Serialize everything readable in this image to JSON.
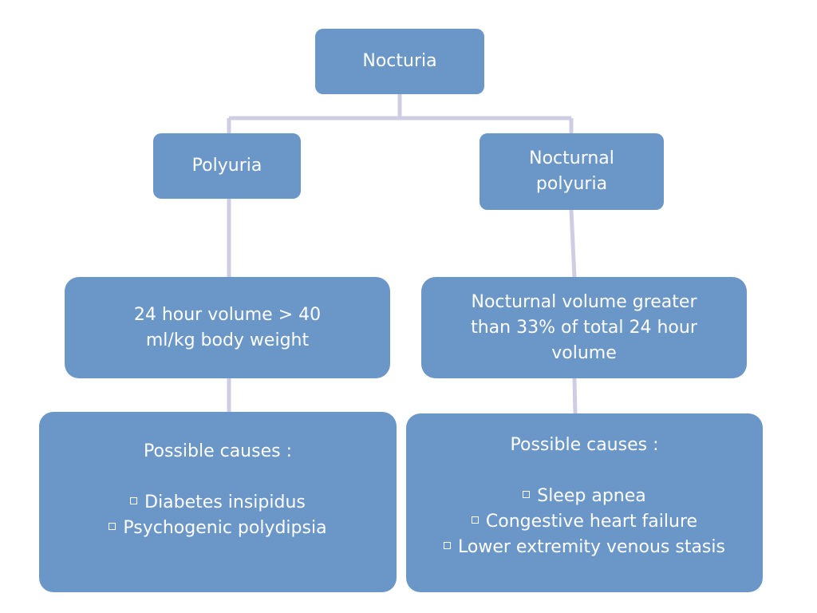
{
  "root": {
    "label": "Nocturia"
  },
  "left": {
    "title": "Polyuria",
    "criterion_lines": [
      "24 hour volume > 40",
      "ml/kg body weight"
    ],
    "causes_title": "Possible causes :",
    "causes": [
      "Diabetes insipidus",
      "Psychogenic polydipsia"
    ]
  },
  "right": {
    "title_lines": [
      "Nocturnal",
      "polyuria"
    ],
    "criterion_lines": [
      "Nocturnal volume greater",
      "than 33% of total 24 hour",
      "volume"
    ],
    "causes_title": "Possible causes :",
    "causes": [
      "Sleep apnea",
      "Congestive heart failure",
      "Lower extremity venous stasis"
    ]
  },
  "colors": {
    "box_fill": "#6b97c8",
    "text": "#ffffff",
    "connector": "#cfcde3"
  }
}
